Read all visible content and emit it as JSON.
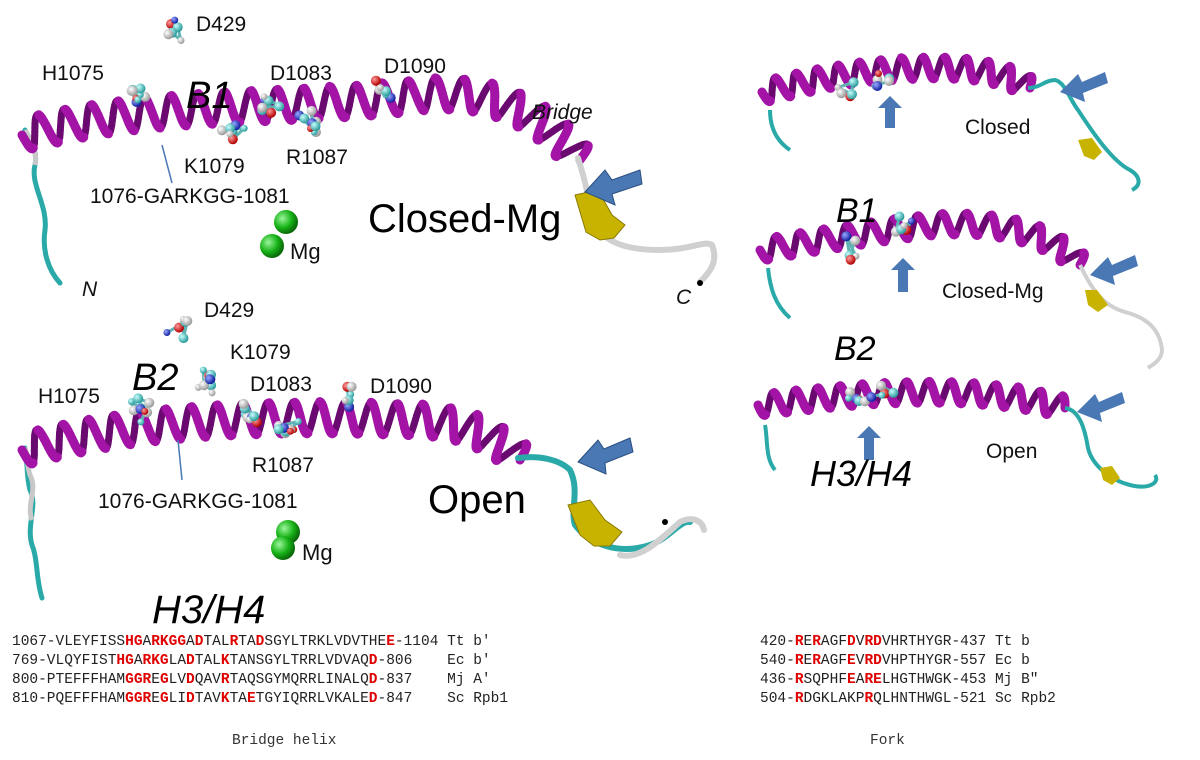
{
  "panels": {
    "closed_mg": {
      "title": "Closed-Mg",
      "labels": {
        "b1": "B1",
        "d429": "D429",
        "h1075": "H1075",
        "d1083": "D1083",
        "d1090": "D1090",
        "k1079": "K1079",
        "r1087": "R1087",
        "motif": "1076-GARKGG-1081",
        "bridge": "Bridge",
        "mg": "Mg",
        "n_term": "N",
        "c_term": "C"
      }
    },
    "open": {
      "title": "Open",
      "labels": {
        "b2": "B2",
        "d429": "D429",
        "h1075": "H1075",
        "k1079": "K1079",
        "d1083": "D1083",
        "d1090": "D1090",
        "r1087": "R1087",
        "motif": "1076-GARKGG-1081",
        "mg": "Mg"
      }
    },
    "small": {
      "closed": "Closed",
      "b1": "B1",
      "closed_mg": "Closed-Mg",
      "b2": "B2",
      "open": "Open",
      "h3h4": "H3/H4"
    }
  },
  "alignment": {
    "h3h4_label": "H3/H4",
    "bridge_helix": {
      "caption": "Bridge helix",
      "rows": [
        {
          "segments": [
            [
              "1067-VLEYFISS",
              false
            ],
            [
              "HG",
              true
            ],
            [
              "A",
              false
            ],
            [
              "RKGG",
              true
            ],
            [
              "A",
              false
            ],
            [
              "D",
              true
            ],
            [
              "TAL",
              false
            ],
            [
              "R",
              true
            ],
            [
              "TA",
              false
            ],
            [
              "D",
              true
            ],
            [
              "SGYLTRKLVDVTHE",
              false
            ],
            [
              "E",
              true
            ],
            [
              "-1104",
              false
            ]
          ],
          "species": "Tt b′"
        },
        {
          "segments": [
            [
              "769-VLQYFIST",
              false
            ],
            [
              "HG",
              true
            ],
            [
              "A",
              false
            ],
            [
              "RKG",
              true
            ],
            [
              "L",
              false
            ],
            [
              "A",
              false
            ],
            [
              "D",
              true
            ],
            [
              "TAL",
              false
            ],
            [
              "K",
              true
            ],
            [
              "TANSGYLTRRLVDVAQ",
              false
            ],
            [
              "D",
              true
            ],
            [
              "-806",
              false
            ]
          ],
          "species": "Ec b′"
        },
        {
          "segments": [
            [
              "800-PTEFFFHAM",
              false
            ],
            [
              "GGR",
              true
            ],
            [
              "E",
              false
            ],
            [
              "G",
              true
            ],
            [
              "LV",
              false
            ],
            [
              "D",
              true
            ],
            [
              "QAV",
              false
            ],
            [
              "R",
              true
            ],
            [
              "TAQSGYMQRRLINALQ",
              false
            ],
            [
              "D",
              true
            ],
            [
              "-837",
              false
            ]
          ],
          "species": "Mj A′"
        },
        {
          "segments": [
            [
              "810-PQEFFFHAM",
              false
            ],
            [
              "GGR",
              true
            ],
            [
              "E",
              false
            ],
            [
              "G",
              true
            ],
            [
              "LI",
              false
            ],
            [
              "D",
              true
            ],
            [
              "TAV",
              false
            ],
            [
              "K",
              true
            ],
            [
              "TA",
              false
            ],
            [
              "E",
              true
            ],
            [
              "TGYIQRRLVKALE",
              false
            ],
            [
              "D",
              true
            ],
            [
              "-847",
              false
            ]
          ],
          "species": "Sc Rpb1"
        }
      ]
    },
    "fork": {
      "caption": "Fork",
      "rows": [
        {
          "segments": [
            [
              "420-",
              false
            ],
            [
              "R",
              true
            ],
            [
              "E",
              false
            ],
            [
              "R",
              true
            ],
            [
              "AGF",
              false
            ],
            [
              "D",
              true
            ],
            [
              "V",
              false
            ],
            [
              "RD",
              true
            ],
            [
              "VHRTHYGR-437",
              false
            ]
          ],
          "species": "Tt b"
        },
        {
          "segments": [
            [
              "540-",
              false
            ],
            [
              "R",
              true
            ],
            [
              "E",
              false
            ],
            [
              "R",
              true
            ],
            [
              "AGF",
              false
            ],
            [
              "E",
              true
            ],
            [
              "V",
              false
            ],
            [
              "RD",
              true
            ],
            [
              "VHPTHYGR-557",
              false
            ]
          ],
          "species": "Ec b"
        },
        {
          "segments": [
            [
              "436-",
              false
            ],
            [
              "R",
              true
            ],
            [
              "SQPHF",
              false
            ],
            [
              "E",
              true
            ],
            [
              "A",
              false
            ],
            [
              "RE",
              true
            ],
            [
              "LHGTHWGK-453",
              false
            ]
          ],
          "species": "Mj B″"
        },
        {
          "segments": [
            [
              "504-",
              false
            ],
            [
              "R",
              true
            ],
            [
              "DGKLAKP",
              false
            ],
            [
              "R",
              true
            ],
            [
              "QLHNTHWGL-521",
              false
            ]
          ],
          "species": "Sc Rpb2"
        }
      ]
    }
  },
  "colors": {
    "helix": "#a314a6",
    "helix_dark": "#6a0a70",
    "coil": "#c8c8c8",
    "cyan": "#2aa9a9",
    "strand": "#c8b400",
    "arrow": "#4a78b5",
    "mg": "#17b317",
    "highlight": "#e00000"
  }
}
